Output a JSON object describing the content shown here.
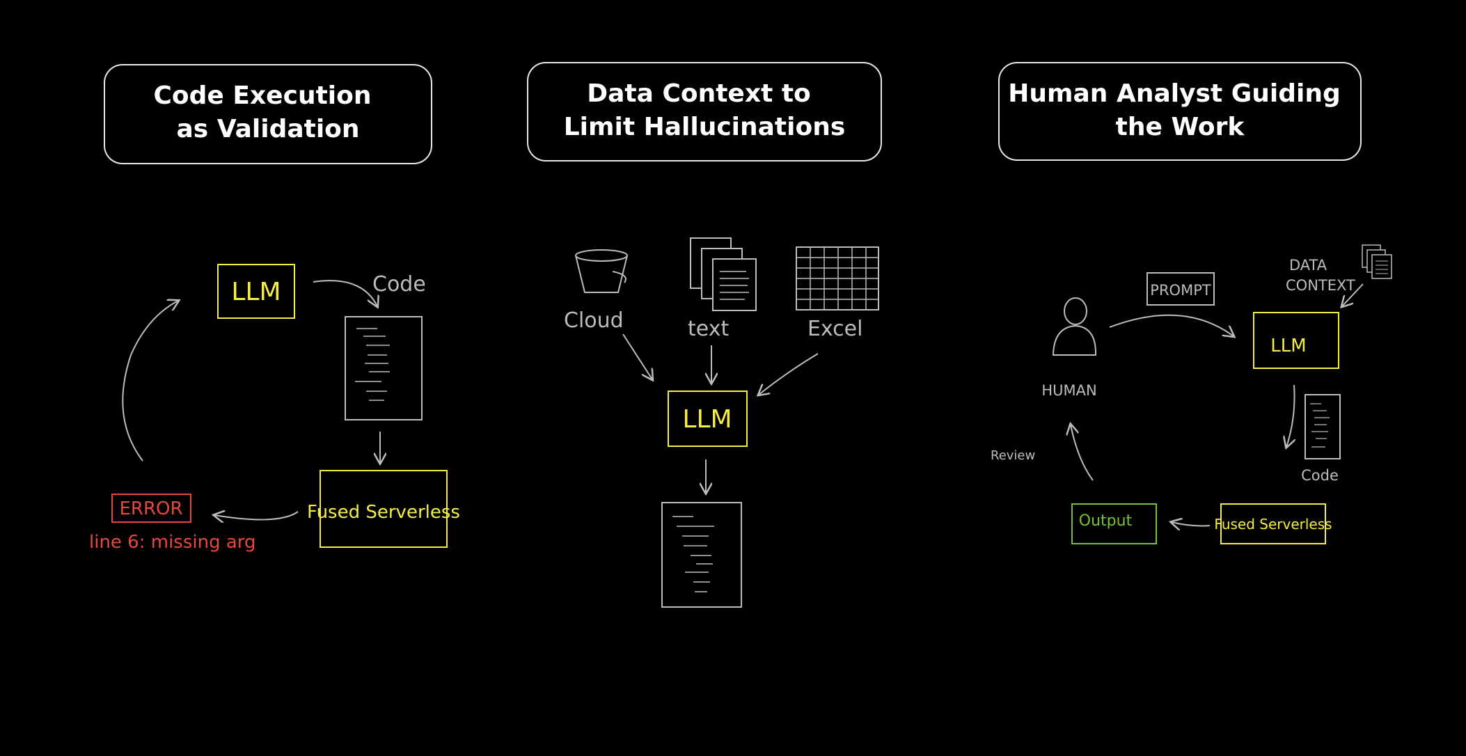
{
  "panels": {
    "panel1": {
      "title_line1": "Code Execution",
      "title_line2": "as Validation",
      "llm_label": "LLM",
      "code_label": "Code",
      "fused_label": "Fused Serverless",
      "error_label": "ERROR",
      "error_detail": "line 6: missing arg"
    },
    "panel2": {
      "title_line1": "Data Context to",
      "title_line2": "Limit Hallucinations",
      "cloud_label": "Cloud",
      "text_label": "text",
      "excel_label": "Excel",
      "llm_label": "LLM"
    },
    "panel3": {
      "title_line1": "Human Analyst Guiding",
      "title_line2": "the Work",
      "human_label": "HUMAN",
      "prompt_label": "PROMPT",
      "data_context_line1": "DATA",
      "data_context_line2": "CONTEXT",
      "llm_label": "LLM",
      "code_label": "Code",
      "fused_label": "Fused Serverless",
      "output_label": "Output",
      "review_label": "Review"
    }
  },
  "icons": [
    "bucket-icon",
    "documents-icon",
    "spreadsheet-icon",
    "person-icon",
    "code-document-icon",
    "arrow-icon"
  ],
  "colors": {
    "background": "#000000",
    "outline": "#ffffff",
    "sketch_grey": "#bdbdbd",
    "llm_yellow": "#f4ee45",
    "error_red": "#e8483c",
    "output_green": "#76c33a"
  }
}
